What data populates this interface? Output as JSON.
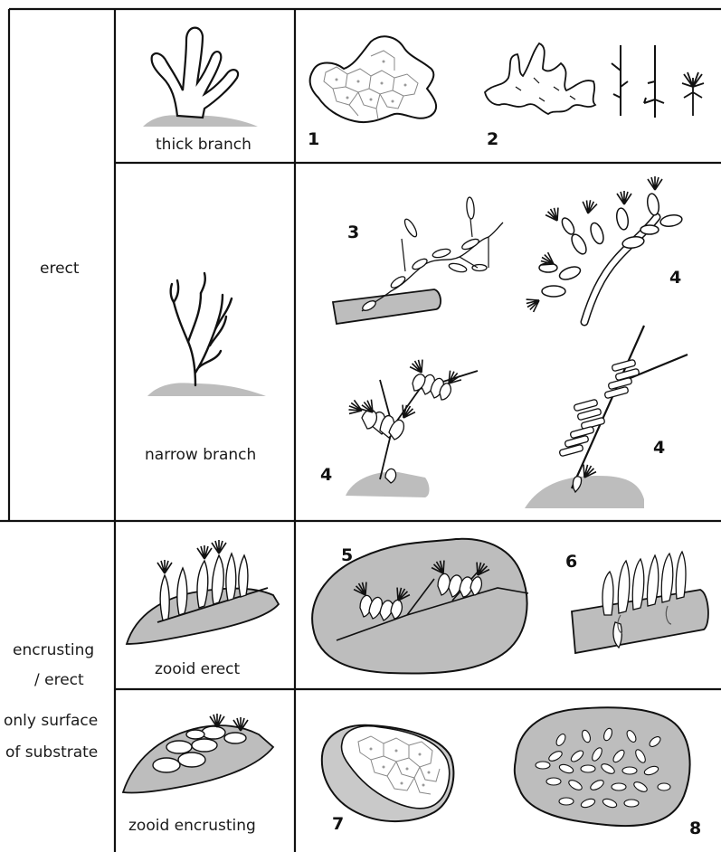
{
  "categories": {
    "erect": "erect",
    "encrusting_lines": [
      "encrusting",
      "/ erect",
      "only surface",
      "of substrate"
    ]
  },
  "growth_forms": {
    "thick_branch": "thick branch",
    "narrow_branch": "narrow branch",
    "zooid_erect": "zooid erect",
    "zooid_encrusting": "zooid encrusting"
  },
  "examples": [
    "1",
    "2",
    "3",
    "4",
    "4",
    "4",
    "5",
    "6",
    "7",
    "8"
  ],
  "colors": {
    "line": "#111111",
    "substrate": "#bdbdbd",
    "substrate_light": "#c9c9c9"
  }
}
